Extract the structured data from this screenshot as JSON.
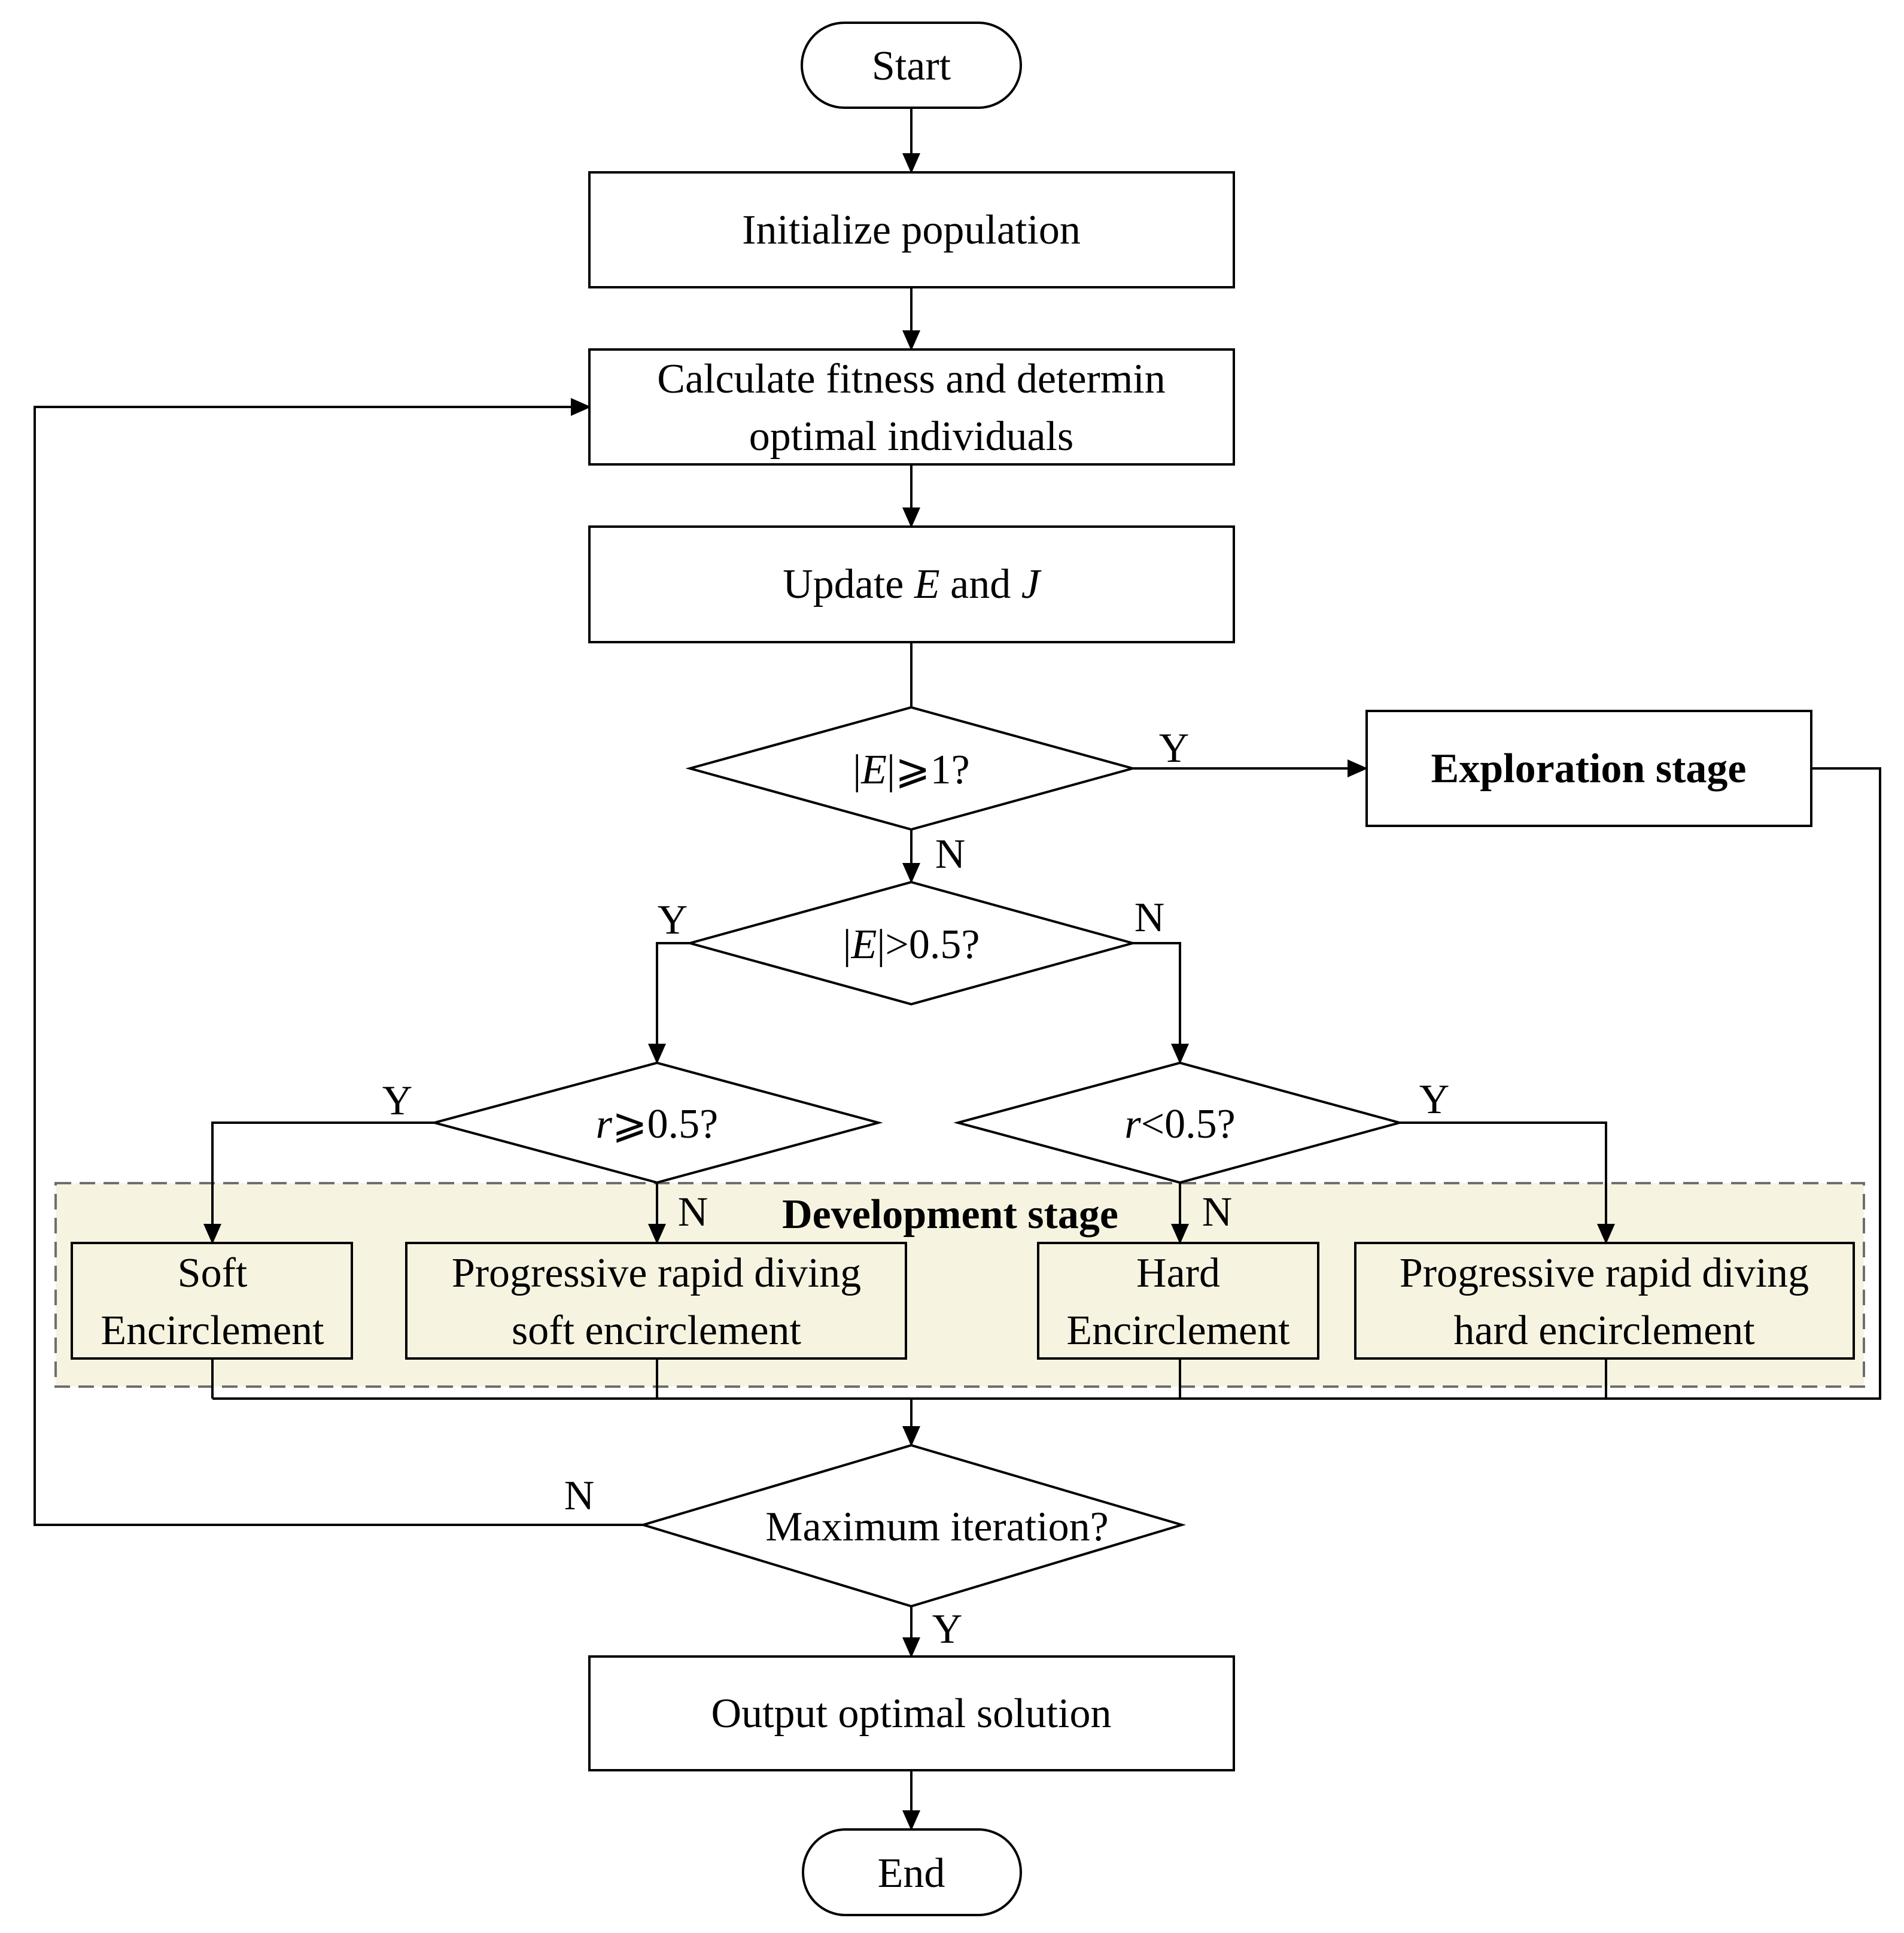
{
  "nodes": {
    "start": "Start",
    "init": "Initialize population",
    "calc": [
      "Calculate fitness and determin",
      "optimal individuals"
    ],
    "update": {
      "prefix": "Update ",
      "var1": "E",
      "mid": " and ",
      "var2": "J"
    },
    "cond_e1": {
      "pre": "|",
      "var": "E",
      "post": "|⩾1?"
    },
    "exploration": "Exploration stage",
    "cond_e05": {
      "pre": "|",
      "var": "E",
      "post": "|>0.5?"
    },
    "cond_r_ge": {
      "var": "r",
      "post": "⩾0.5?"
    },
    "cond_r_lt": {
      "var": "r",
      "post": "<0.5?"
    },
    "development": "Development stage",
    "soft": [
      "Soft",
      "Encirclement"
    ],
    "prds": [
      "Progressive rapid diving",
      "soft encirclement"
    ],
    "hard": [
      "Hard",
      "Encirclement"
    ],
    "prdh": [
      "Progressive rapid diving",
      "hard encirclement"
    ],
    "maxiter": "Maximum iteration?",
    "output": "Output optimal solution",
    "end": "End"
  },
  "edge_labels": {
    "e1_yes": "Y",
    "e1_no": "N",
    "e05_yes": "Y",
    "e05_no": "N",
    "rge_yes": "Y",
    "rge_no": "N",
    "rlt_yes": "Y",
    "rlt_no": "N",
    "max_no": "N",
    "max_yes": "Y"
  },
  "colors": {
    "line": "#000000",
    "development_fill": "#f6f4e0",
    "development_border": "#6e6e6e",
    "box_fill": "#ffffff"
  }
}
